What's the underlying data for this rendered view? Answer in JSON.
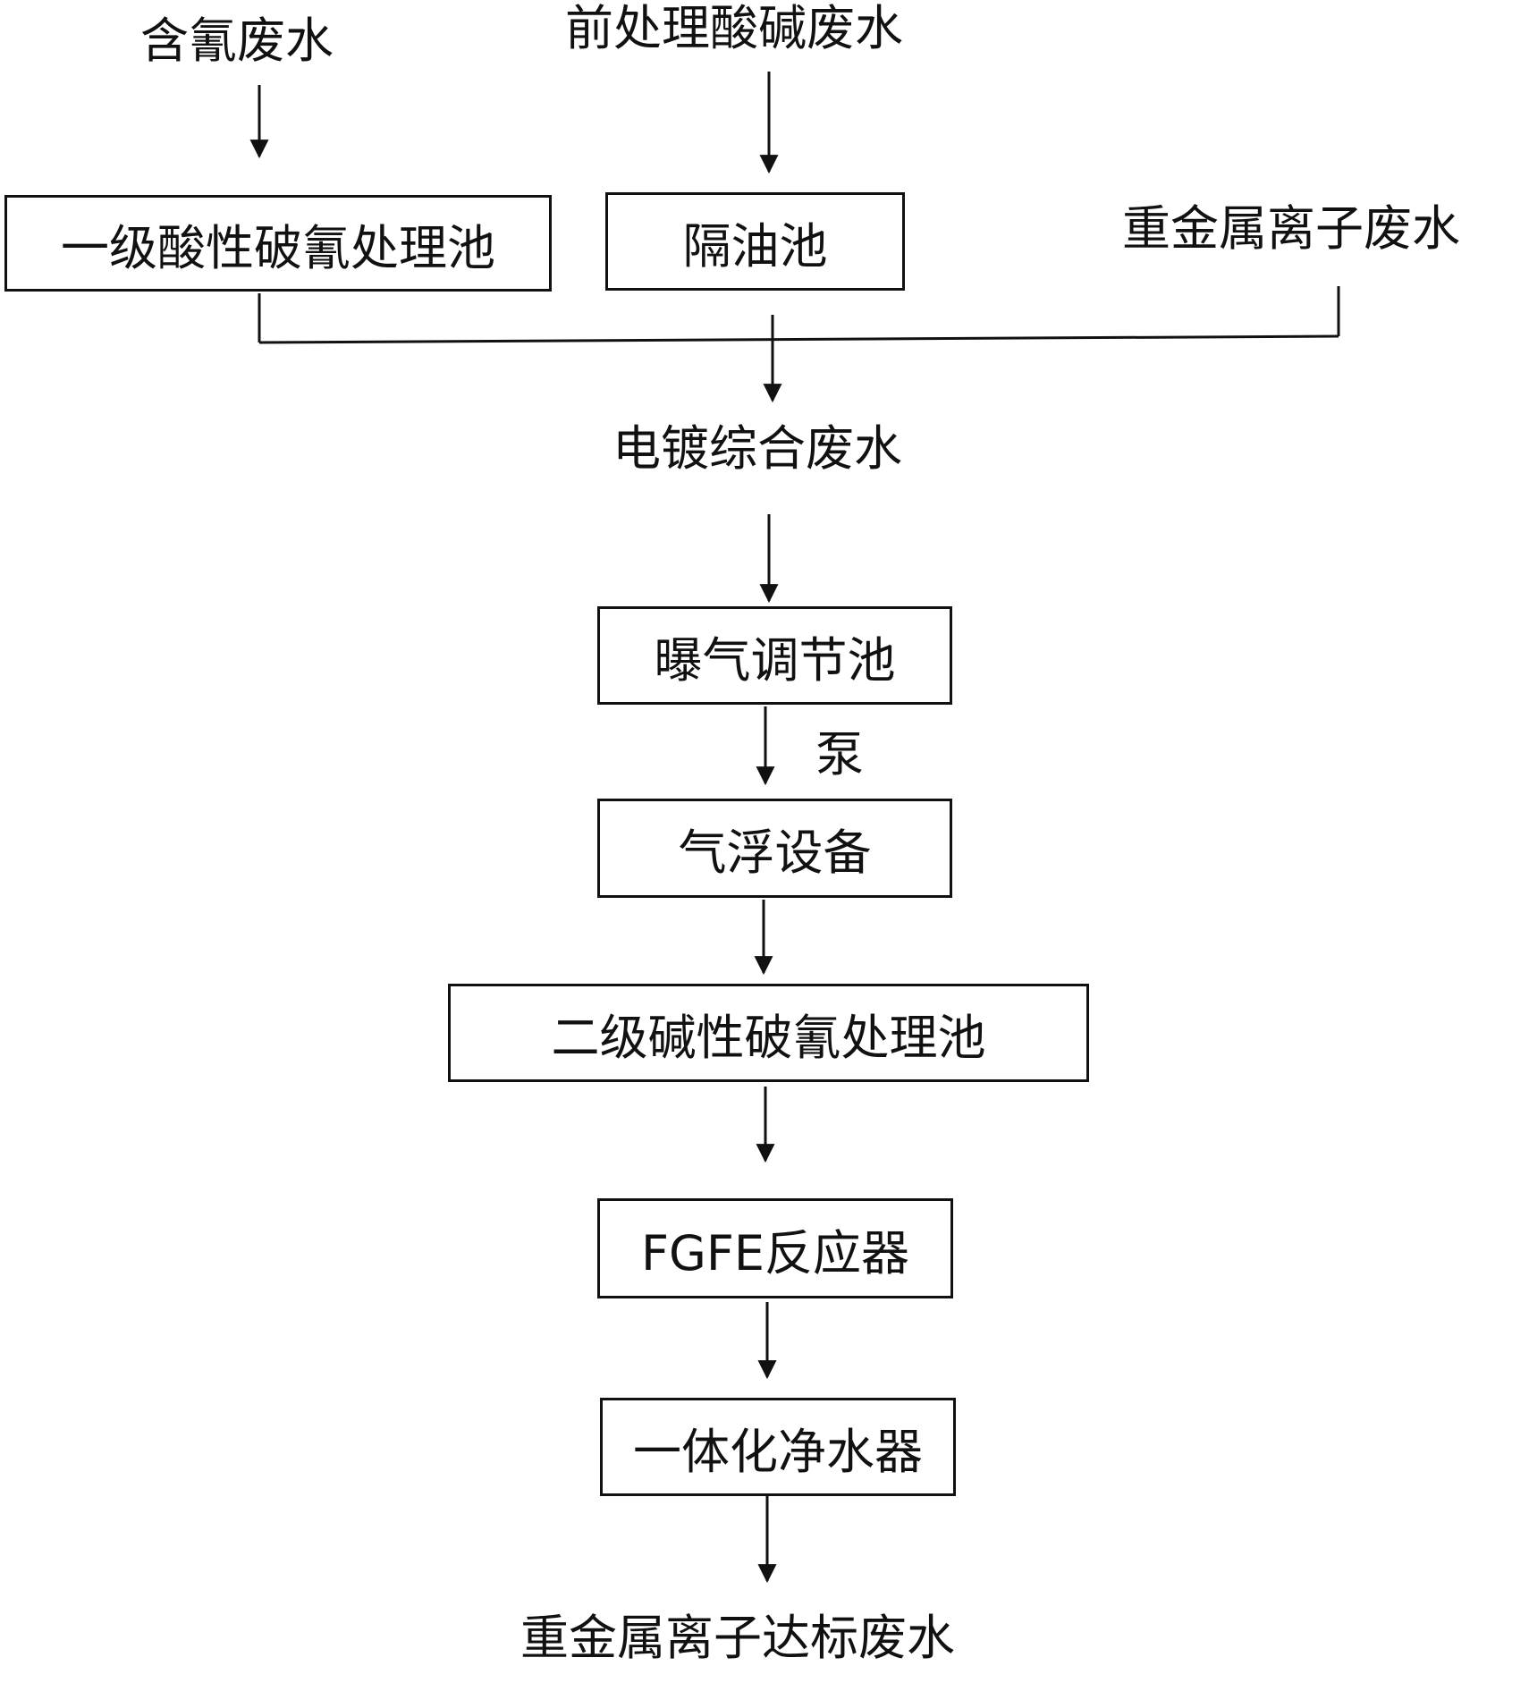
{
  "inputs": {
    "cyanide_wastewater": "含氰废水",
    "pretreatment_wastewater": "前处理酸碱废水",
    "heavy_metal_wastewater": "重金属离子废水"
  },
  "stage1": {
    "acid_cyanide_tank": "一级酸性破氰处理池",
    "oil_separation_tank": "隔油池"
  },
  "combined": "电镀综合废水",
  "process": {
    "aeration_tank": "曝气调节池",
    "pump_label": "泵",
    "air_flotation": "气浮设备",
    "alkaline_cyanide_tank": "二级碱性破氰处理池",
    "fgfe_reactor": "FGFE反应器",
    "integrated_purifier": "一体化净水器"
  },
  "output": "重金属离子达标废水",
  "colors": {
    "line": "#111111",
    "background": "#ffffff"
  }
}
